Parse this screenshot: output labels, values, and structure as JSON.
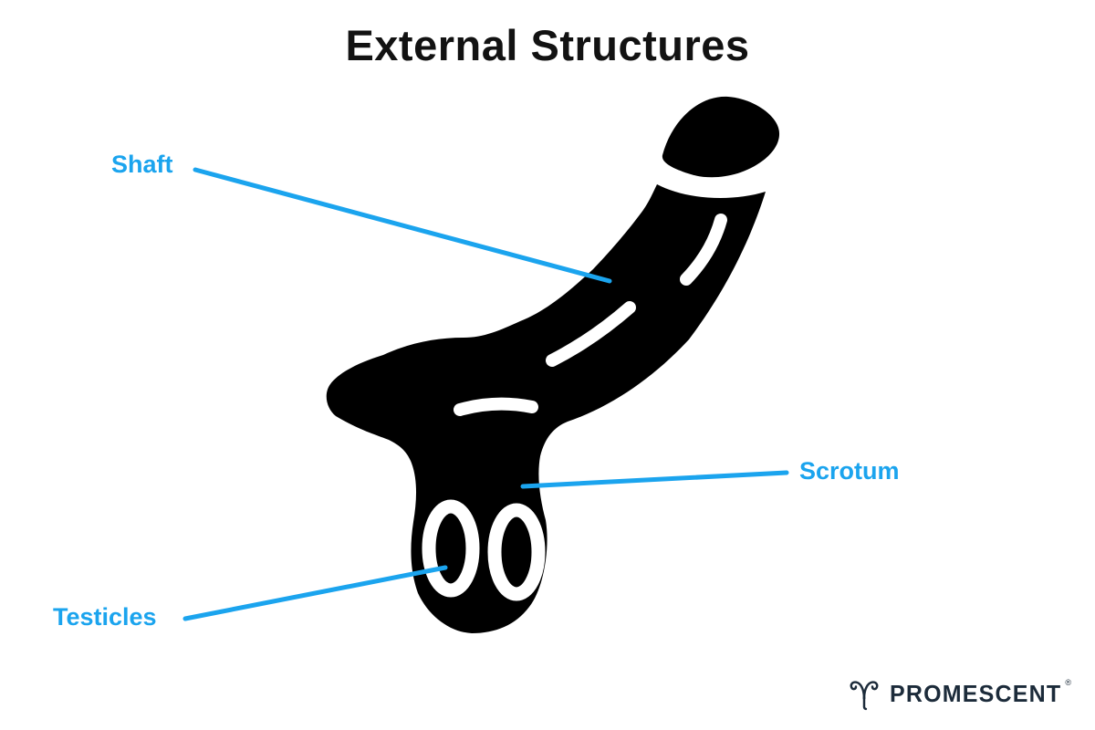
{
  "title": {
    "text": "External Structures"
  },
  "diagram": {
    "illustration": "penis-external-anatomy-silhouette",
    "labels": [
      {
        "id": "shaft",
        "text": "Shaft"
      },
      {
        "id": "scrotum",
        "text": "Scrotum"
      },
      {
        "id": "testicles",
        "text": "Testicles"
      }
    ]
  },
  "branding": {
    "name": "PROMESCENT",
    "registered": "®",
    "icon": "ram-horns-icon"
  },
  "colors": {
    "accent_blue": "#1ba4ee",
    "illustration_ink": "#000000",
    "title_ink": "#121212",
    "brand_navy": "#1c2b3a",
    "background": "#ffffff"
  }
}
